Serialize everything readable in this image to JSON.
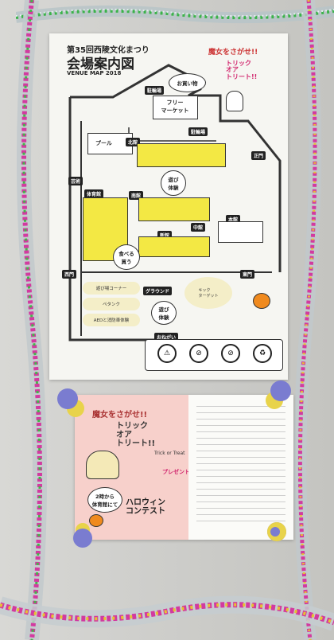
{
  "poster": {
    "edition": "第35回西陵文化まつり",
    "title": "会場案内図",
    "subtitle": "VENUE MAP 2018"
  },
  "map": {
    "areas": {
      "bicycle_lot": "駐輪場",
      "parking": "駐輪場",
      "pool": "プール",
      "north_bldg": "北館",
      "art": "芸術",
      "gym": "体育館",
      "south_bldg": "南館",
      "main_bldg": "本館",
      "middle_bldg": "中館",
      "new_bldg": "新館",
      "ground": "グラウンド",
      "west_gate": "西門",
      "east_gate": "東門",
      "main_gate": "正門"
    },
    "bubbles": {
      "shopping": "お買い物",
      "market": "フリー\nマーケット",
      "play": "遊び\n体験",
      "eat": "食べる\n買う",
      "play2": "遊び\n体験"
    },
    "ground_items": [
      "遊び場コーナー",
      "ペタンク",
      "AEDと消防車体験"
    ],
    "kick_target": "キック\nターゲット",
    "notices_title": "おねがい"
  },
  "halloween": {
    "witch_banner": "魔女をさがせ!!",
    "trick_or_treat": "トリック\nオア\nトリート!!",
    "trick_en": "Trick or Treat",
    "present": "プレゼント",
    "costume": "2時から\n体育館にて",
    "contest": "ハロウィン\nコンテスト"
  }
}
